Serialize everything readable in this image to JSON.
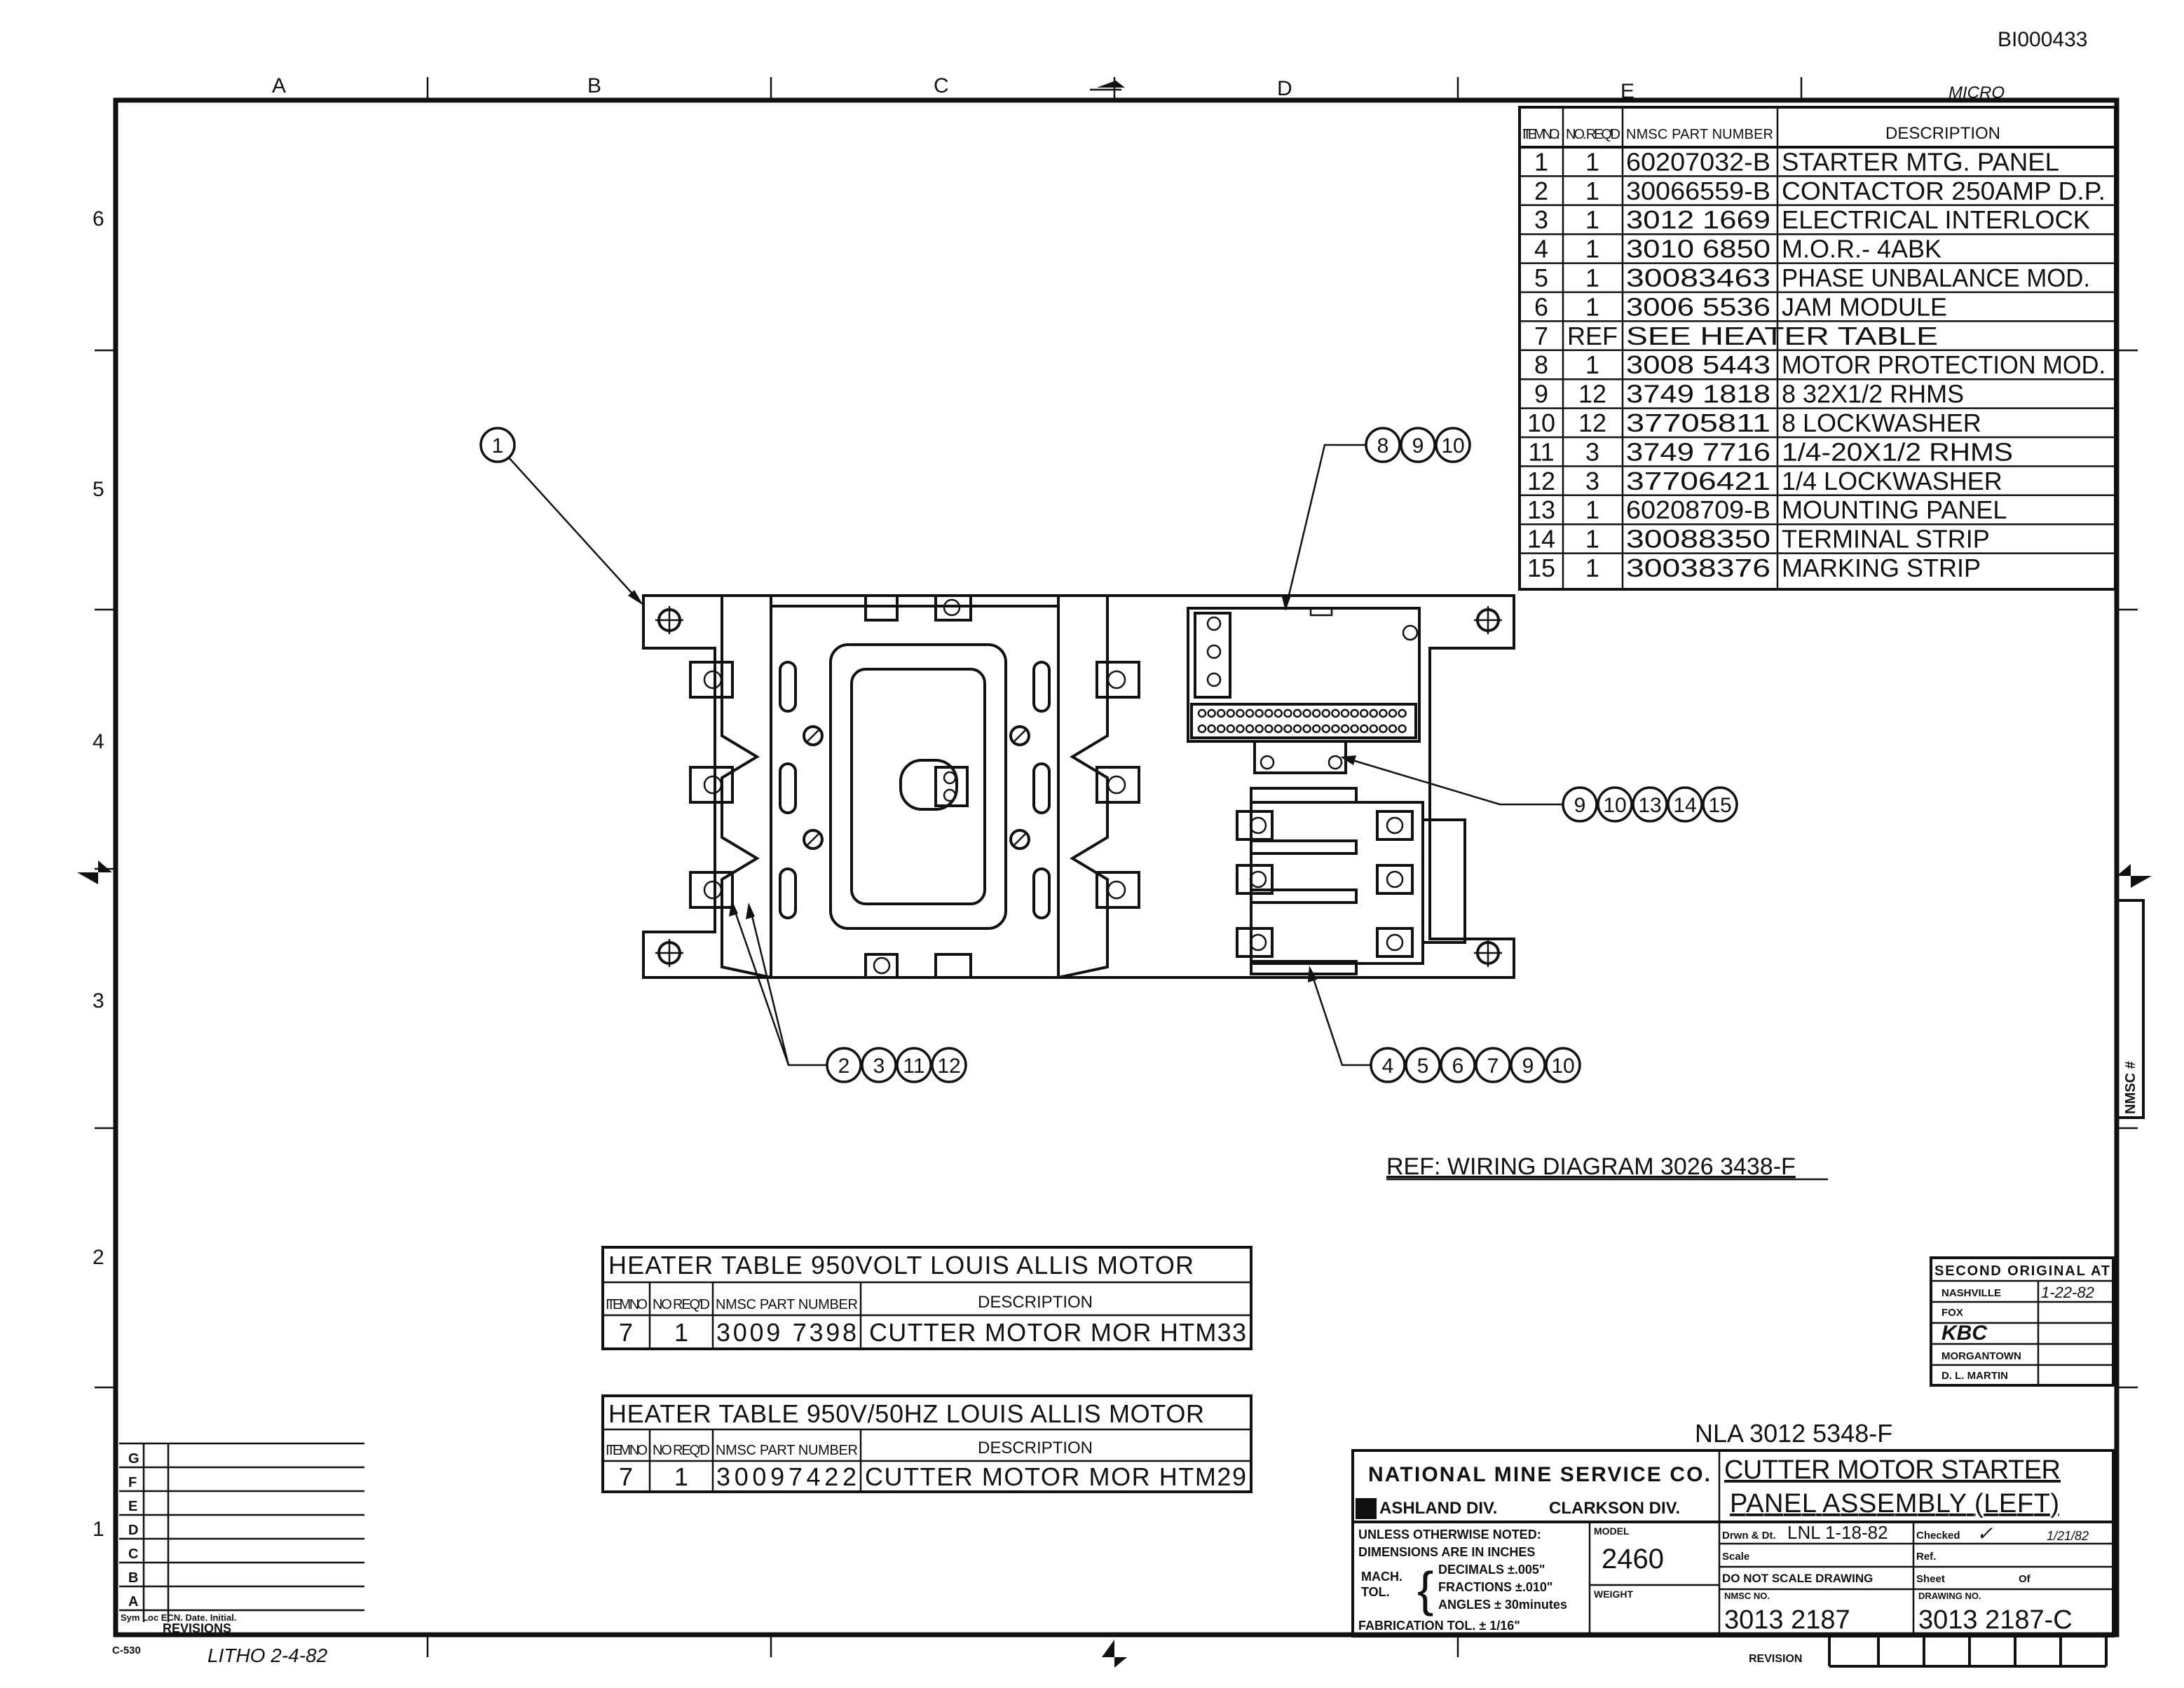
{
  "doc_id": "BI000433",
  "top_stamp": "MICRO",
  "zone_letters": [
    "A",
    "B",
    "C",
    "D",
    "E"
  ],
  "zone_numbers": [
    "6",
    "5",
    "4",
    "3",
    "2",
    "1"
  ],
  "parts_header": {
    "item": "ITEM NO.",
    "no": "NO. REQ'D",
    "pn": "NMSC PART NUMBER",
    "desc": "DESCRIPTION"
  },
  "parts_list": [
    {
      "item": "1",
      "qty": "1",
      "pn": "60207032-B",
      "desc": "STARTER MTG. PANEL"
    },
    {
      "item": "2",
      "qty": "1",
      "pn": "30066559-B",
      "desc": "CONTACTOR 250AMP D.P."
    },
    {
      "item": "3",
      "qty": "1",
      "pn": "3012 1669",
      "desc": "ELECTRICAL INTERLOCK"
    },
    {
      "item": "4",
      "qty": "1",
      "pn": "3010 6850",
      "desc": "M.O.R.- 4ABK"
    },
    {
      "item": "5",
      "qty": "1",
      "pn": "30083463",
      "desc": "PHASE UNBALANCE MOD."
    },
    {
      "item": "6",
      "qty": "1",
      "pn": "3006 5536",
      "desc": "JAM MODULE"
    },
    {
      "item": "7",
      "qty": "REF",
      "pn": "SEE HEATER TABLE",
      "desc": ""
    },
    {
      "item": "8",
      "qty": "1",
      "pn": "3008 5443",
      "desc": "MOTOR PROTECTION MOD."
    },
    {
      "item": "9",
      "qty": "12",
      "pn": "3749 1818",
      "desc": "8 32X1/2 RHMS"
    },
    {
      "item": "10",
      "qty": "12",
      "pn": "37705811",
      "desc": "8 LOCKWASHER"
    },
    {
      "item": "11",
      "qty": "3",
      "pn": "3749 7716",
      "desc": "1/4-20X1/2 RHMS"
    },
    {
      "item": "12",
      "qty": "3",
      "pn": "37706421",
      "desc": "1/4 LOCKWASHER"
    },
    {
      "item": "13",
      "qty": "1",
      "pn": "60208709-B",
      "desc": "MOUNTING PANEL"
    },
    {
      "item": "14",
      "qty": "1",
      "pn": "30088350",
      "desc": "TERMINAL STRIP"
    },
    {
      "item": "15",
      "qty": "1",
      "pn": "30038376",
      "desc": "MARKING STRIP"
    }
  ],
  "balloons": {
    "b1": "1",
    "b2": [
      "8",
      "9",
      "10"
    ],
    "b3": [
      "9",
      "10",
      "13",
      "14",
      "15"
    ],
    "b4": [
      "2",
      "3",
      "11",
      "12"
    ],
    "b5": [
      "4",
      "5",
      "6",
      "7",
      "9",
      "10"
    ]
  },
  "ref_note": "REF: WIRING DIAGRAM 3026 3438-F",
  "heater_table_1": {
    "title": "HEATER TABLE 950VOLT LOUIS ALLIS MOTOR",
    "h_item": "ITEM NO",
    "h_no": "NO REQ'D",
    "h_pn": "NMSC PART NUMBER",
    "h_desc": "DESCRIPTION",
    "item": "7",
    "qty": "1",
    "pn": "3009 7398",
    "desc": "CUTTER MOTOR MOR HTM33"
  },
  "heater_table_2": {
    "title": "HEATER TABLE 950V/50HZ LOUIS ALLIS MOTOR",
    "h_item": "ITEM NO",
    "h_no": "NO REQ'D",
    "h_pn": "NMSC PART NUMBER",
    "h_desc": "DESCRIPTION",
    "item": "7",
    "qty": "1",
    "pn": "30097422",
    "desc": "CUTTER MOTOR MOR HTM29"
  },
  "second_original": {
    "title": "SECOND ORIGINAL AT",
    "rows": [
      {
        "label": "NASHVILLE",
        "value": "1-22-82"
      },
      {
        "label": "FOX",
        "value": ""
      },
      {
        "label": "KBC",
        "value": ""
      },
      {
        "label": "MORGANTOWN",
        "value": ""
      },
      {
        "label": "D. L. MARTIN",
        "value": ""
      }
    ]
  },
  "nla": "NLA 3012 5348-F",
  "title_block": {
    "company": "NATIONAL MINE SERVICE CO.",
    "division": "ASHLAND DIV.",
    "division2": "CLARKSON DIV.",
    "title1": "CUTTER MOTOR STARTER",
    "title2": "PANEL ASSEMBLY (LEFT)",
    "unless1": "UNLESS OTHERWISE NOTED:",
    "unless2": "DIMENSIONS ARE IN INCHES",
    "mach": "MACH.",
    "tol": "TOL.",
    "dec": "DECIMALS ±.005\"",
    "frac": "FRACTIONS ±.010\"",
    "ang": "ANGLES ± 30minutes",
    "fab": "FABRICATION TOL. ± 1/16\"",
    "model_label": "MODEL",
    "model": "2460",
    "weight_label": "WEIGHT",
    "drwn_label": "Drwn & Dt.",
    "drwn": "LNL 1-18-82",
    "checked_label": "Checked",
    "checked": "1/21/82",
    "scale_label": "Scale",
    "ref_label": "Ref.",
    "dnsd": "DO NOT SCALE DRAWING",
    "sheet_label": "Sheet",
    "of_label": "Of",
    "nmsc_no_label": "NMSC NO.",
    "nmsc_no": "3013 2187",
    "drawing_no_label": "DRAWING NO.",
    "drawing_no": "3013 2187-C",
    "revision_label": "REVISION"
  },
  "revisions": {
    "letters": [
      "G",
      "F",
      "E",
      "D",
      "C",
      "B",
      "A"
    ],
    "header": "Sym Loc ECN. Date. Initial.",
    "label": "REVISIONS"
  },
  "form_no": "C-530",
  "litho": "LITHO 2-4-82",
  "nmsc_side": "NMSC #"
}
